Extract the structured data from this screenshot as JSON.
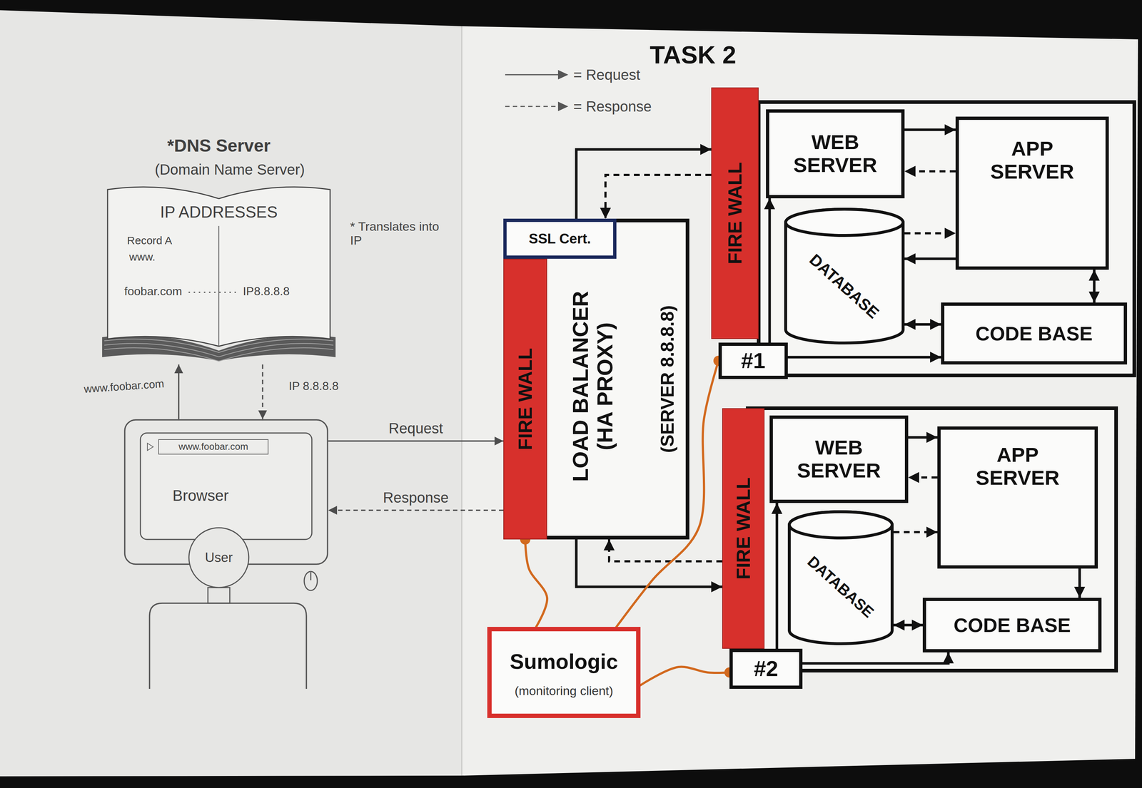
{
  "diagram": {
    "title": "TASK 2",
    "nodes": [
      {
        "text": [
          "*DNS Server",
          "(Domain Name Server)",
          "IP ADDRESSES",
          "Record A",
          "www.",
          "foobar.com",
          "IP8.8.8.8"
        ]
      },
      {
        "text": [
          "www.foobar.com",
          "Browser"
        ]
      },
      {
        "text": [
          "User"
        ]
      },
      {
        "text": [
          "LOAD BALANCER (HA PROXY)",
          "(SERVER 8.8.8.8)"
        ]
      },
      {
        "text": [
          "SSL Cert."
        ],
        "in": 3
      },
      {
        "text": [
          "FIRE WALL"
        ],
        "in": 3
      },
      {
        "text": [
          "FIRE WALL"
        ]
      },
      {
        "text": [
          "WEB SERVER"
        ]
      },
      {
        "text": [
          "APP SERVER"
        ]
      },
      {
        "text": [
          "DATABASE"
        ]
      },
      {
        "text": [
          "CODE BASE"
        ]
      },
      {
        "text": [
          "#1"
        ]
      },
      {
        "text": [
          "FIRE WALL"
        ]
      },
      {
        "text": [
          "WEB SERVER"
        ]
      },
      {
        "text": [
          "APP SERVER"
        ]
      },
      {
        "text": [
          "DATABASE"
        ]
      },
      {
        "text": [
          "CODE BASE"
        ]
      },
      {
        "text": [
          "#2"
        ]
      },
      {
        "text": [
          "Sumologic",
          "(monitoring client)"
        ]
      }
    ],
    "edges": [
      {
        "from": 1,
        "to": 0,
        "arrow": "to",
        "label": "www.foobar.com"
      },
      {
        "from": 0,
        "to": 1,
        "arrow": "to",
        "label": "IP 8.8.8.8"
      },
      {
        "from": 1,
        "to": 5,
        "arrow": "to",
        "label": "Request"
      },
      {
        "from": 5,
        "to": 1,
        "arrow": "to",
        "label": "Response"
      },
      {
        "from": 3,
        "to": 6,
        "arrow": "to"
      },
      {
        "from": 6,
        "to": 3,
        "arrow": "to"
      },
      {
        "from": 3,
        "to": 12,
        "arrow": "to"
      },
      {
        "from": 12,
        "to": 3,
        "arrow": "to"
      },
      {
        "from": 7,
        "to": 8,
        "arrow": "to"
      },
      {
        "from": 8,
        "to": 7,
        "arrow": "to"
      },
      {
        "from": 9,
        "to": 8,
        "arrow": "to"
      },
      {
        "from": 8,
        "to": 9,
        "arrow": "to"
      },
      {
        "from": 8,
        "to": 10,
        "arrow": "both"
      },
      {
        "from": 9,
        "to": 10,
        "arrow": "both"
      },
      {
        "from": 11,
        "to": 7,
        "arrow": "to"
      },
      {
        "from": 11,
        "to": 10,
        "arrow": "to"
      },
      {
        "from": 13,
        "to": 14,
        "arrow": "to"
      },
      {
        "from": 14,
        "to": 13,
        "arrow": "to"
      },
      {
        "from": 15,
        "to": 14,
        "arrow": "to"
      },
      {
        "from": 14,
        "to": 16,
        "arrow": "to"
      },
      {
        "from": 15,
        "to": 16,
        "arrow": "both"
      },
      {
        "from": 17,
        "to": 13,
        "arrow": "to"
      },
      {
        "from": 17,
        "to": 16,
        "arrow": "to"
      },
      {
        "from": 18,
        "to": 5,
        "arrow": "none"
      },
      {
        "from": 18,
        "to": 11,
        "arrow": "none"
      },
      {
        "from": 18,
        "to": 17,
        "arrow": "none"
      }
    ],
    "labels": [
      "* Translates into IP"
    ],
    "legend": [
      {
        "text": "= Request"
      },
      {
        "text": "= Response"
      }
    ]
  }
}
